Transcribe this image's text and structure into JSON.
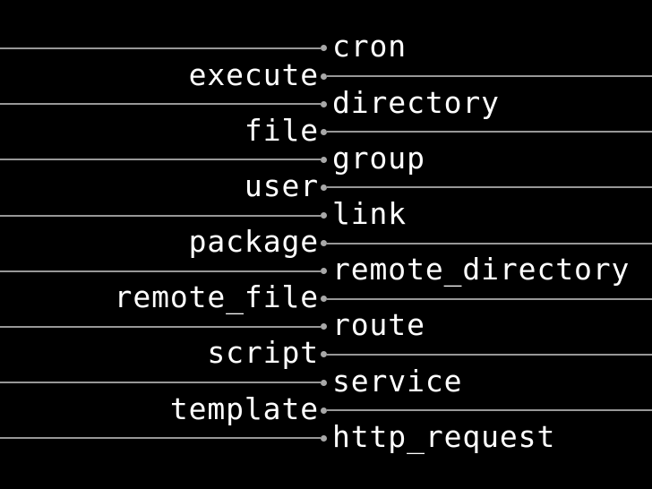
{
  "slide": {
    "description": "Black slide listing resource names in two interleaved columns joined by connector lines and dots",
    "colors": {
      "background": "#000000",
      "text": "#ffffff",
      "line": "#979797",
      "dot": "#a8a8a8"
    },
    "rows": [
      {
        "label": "cron",
        "side": "right"
      },
      {
        "label": "execute",
        "side": "left"
      },
      {
        "label": "directory",
        "side": "right"
      },
      {
        "label": "file",
        "side": "left"
      },
      {
        "label": "group",
        "side": "right"
      },
      {
        "label": "user",
        "side": "left"
      },
      {
        "label": "link",
        "side": "right"
      },
      {
        "label": "package",
        "side": "left"
      },
      {
        "label": "remote_directory",
        "side": "right"
      },
      {
        "label": "remote_file",
        "side": "left"
      },
      {
        "label": "route",
        "side": "right"
      },
      {
        "label": "script",
        "side": "left"
      },
      {
        "label": "service",
        "side": "right"
      },
      {
        "label": "template",
        "side": "left"
      },
      {
        "label": "http_request",
        "side": "right"
      }
    ]
  }
}
